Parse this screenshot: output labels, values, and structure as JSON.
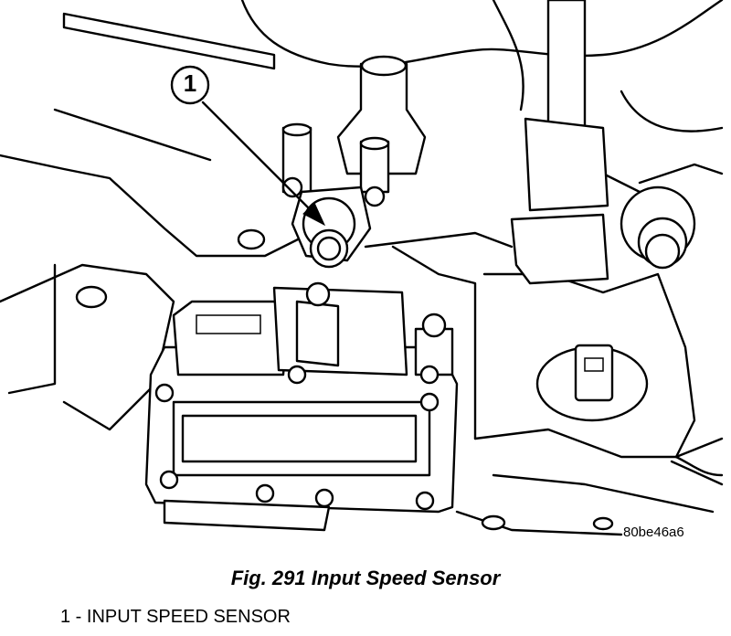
{
  "figure": {
    "callout_number": "1",
    "drawing_code": "80be46a6",
    "caption": "Fig. 291 Input Speed Sensor",
    "legend": [
      {
        "number": "1",
        "text": "INPUT SPEED SENSOR",
        "display": "1 - INPUT SPEED SENSOR"
      }
    ]
  }
}
